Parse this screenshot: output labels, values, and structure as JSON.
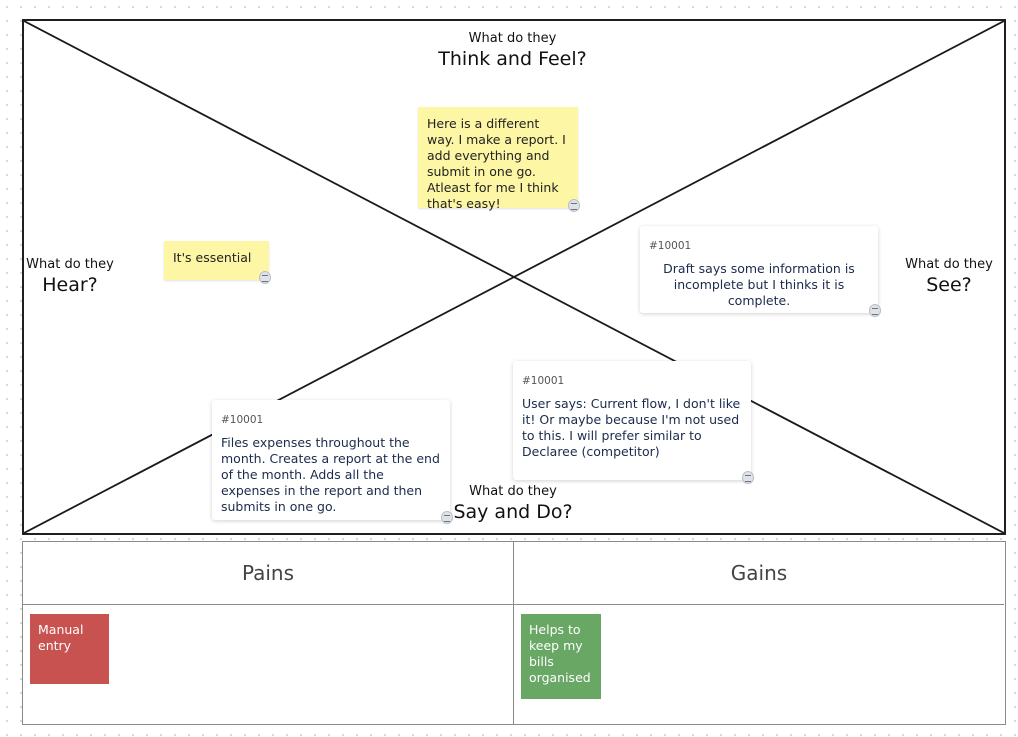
{
  "quadrants": {
    "top": {
      "small": "What do they",
      "big": "Think and Feel?"
    },
    "left": {
      "small": "What do they",
      "big": "Hear?"
    },
    "right": {
      "small": "What do they",
      "big": "See?"
    },
    "bottom": {
      "small": "What do they",
      "big": "Say and Do?"
    }
  },
  "notes": {
    "think_feel": "Here is a different way. I make a report. I add everything and submit in one go. Atleast for me I think that's easy!",
    "hear": "It's essential",
    "see": {
      "id": "#10001",
      "text": "Draft says some information is incomplete but I thinks it is complete."
    },
    "say_do_right": {
      "id": "#10001",
      "text": "User says: Current flow, I don't like it! Or maybe because I'm not used to this. I will prefer similar to Declaree (competitor)"
    },
    "say_do_left": {
      "id": "#10001",
      "text": "Files expenses throughout the month. Creates a report at the end of the month. Adds all the expenses in the report and then submits in one go."
    }
  },
  "pains_gains": {
    "pains_title": "Pains",
    "gains_title": "Gains",
    "pains_notes": [
      {
        "text": "Manual entry",
        "color": "#c85250"
      }
    ],
    "gains_notes": [
      {
        "text": "Helps to keep my bills organised",
        "color": "#69a765"
      }
    ]
  },
  "colors": {
    "yellow_note": "#fdf7a5",
    "pain_note": "#c85250",
    "gain_note": "#69a765"
  }
}
